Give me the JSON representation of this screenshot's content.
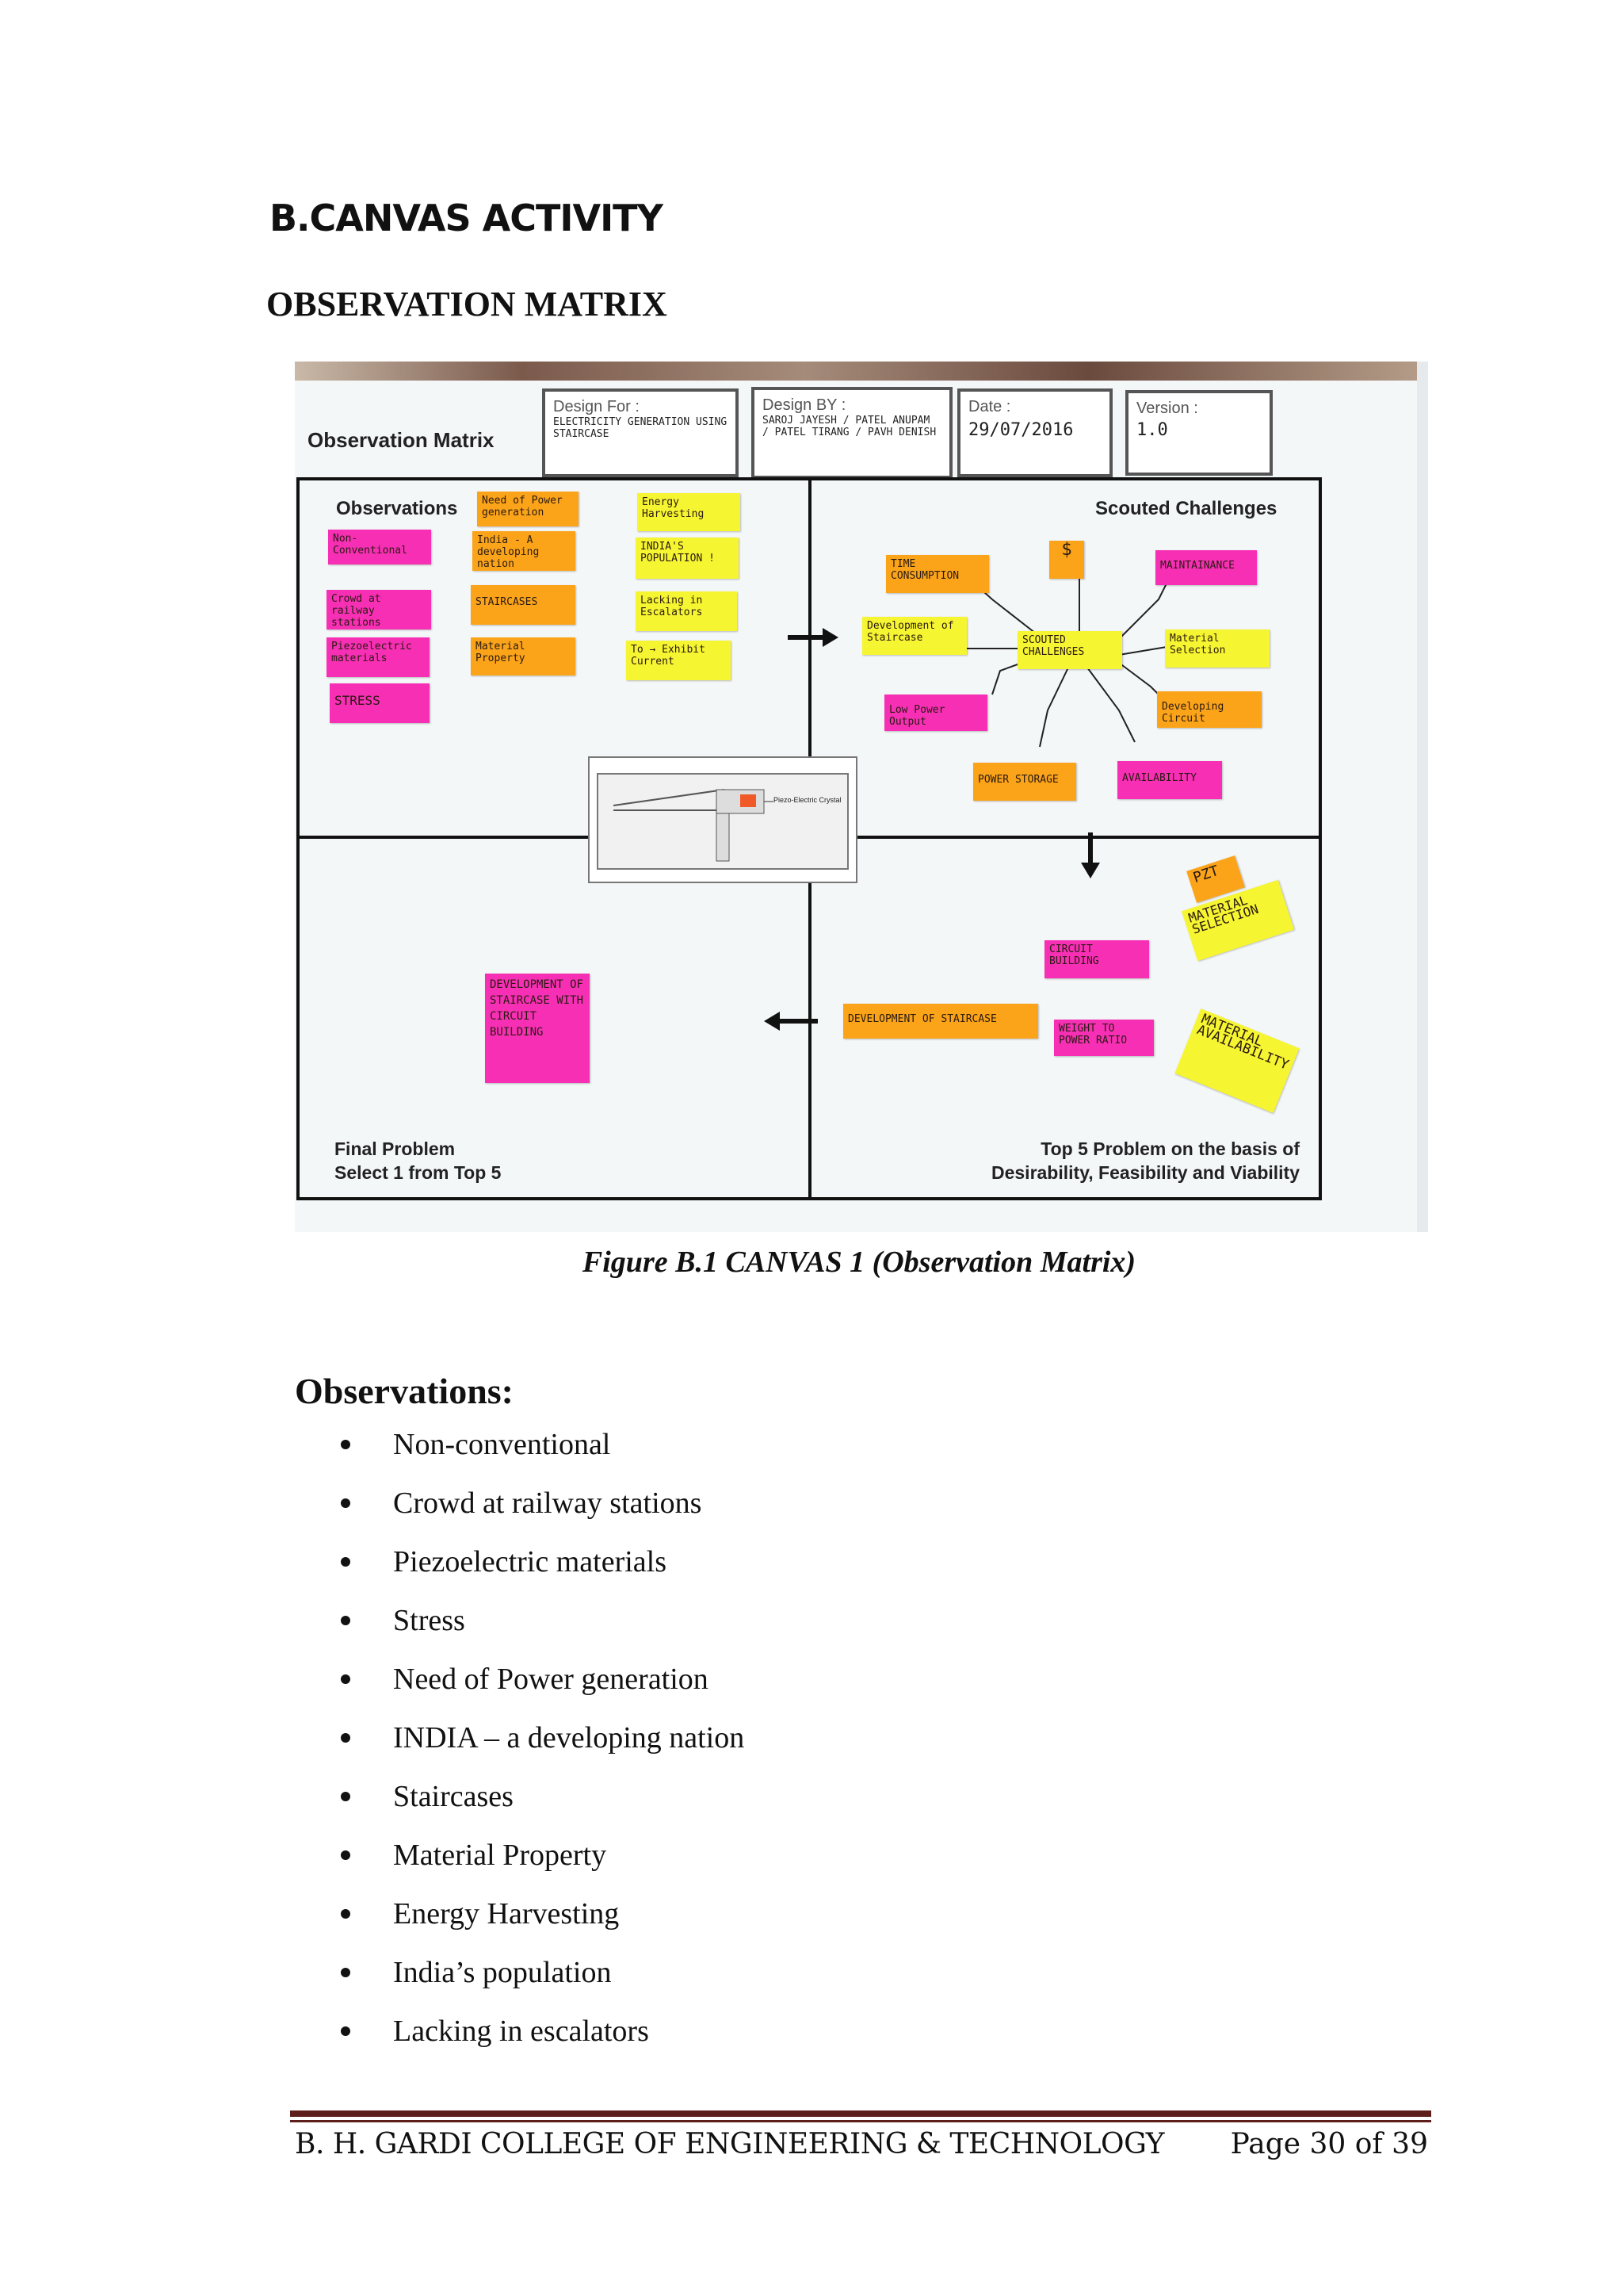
{
  "section_title": "B.CANVAS ACTIVITY",
  "sub_title": "OBSERVATION MATRIX",
  "canvas": {
    "title": "Observation Matrix",
    "design_for_label": "Design For :",
    "design_for_value": "ELECTRICITY GENERATION USING STAIRCASE",
    "design_by_label": "Design BY :",
    "design_by_value": "SAROJ JAYESH / PATEL ANUPAM / PATEL TIRANG / PAVH DENISH",
    "date_label": "Date :",
    "date_value": "29/07/2016",
    "version_label": "Version :",
    "version_value": "1.0",
    "observations_label": "Observations",
    "scouted_label": "Scouted Challenges",
    "final_problem_label": "Final Problem",
    "final_problem_sub": "Select 1 from Top 5",
    "top5_label": "Top 5 Problem on the basis of",
    "top5_sub": "Desirability, Feasibility and Viability",
    "diagram_label": "Piezo-Electric Crystal",
    "observation_notes": [
      {
        "text": "Non-Conventional",
        "color": "pink"
      },
      {
        "text": "Crowd at railway stations",
        "color": "pink"
      },
      {
        "text": "Piezoelectric materials",
        "color": "pink"
      },
      {
        "text": "STRESS",
        "color": "pink"
      },
      {
        "text": "Need of Power generation",
        "color": "orange"
      },
      {
        "text": "India - A developing nation",
        "color": "orange"
      },
      {
        "text": "STAIRCASES",
        "color": "orange"
      },
      {
        "text": "Material Property",
        "color": "orange"
      },
      {
        "text": "Energy Harvesting",
        "color": "yellow"
      },
      {
        "text": "INDIA'S POPULATION !",
        "color": "yellow"
      },
      {
        "text": "Lacking in Escalators",
        "color": "yellow"
      },
      {
        "text": "To → Exhibit Current",
        "color": "yellow"
      }
    ],
    "challenge_notes": [
      {
        "text": "TIME CONSUMPTION",
        "color": "orange"
      },
      {
        "text": "$",
        "color": "orange"
      },
      {
        "text": "MAINTAINANCE",
        "color": "pink"
      },
      {
        "text": "Development of Staircase",
        "color": "yellow"
      },
      {
        "text": "SCOUTED CHALLENGES",
        "color": "yellow"
      },
      {
        "text": "Material Selection",
        "color": "yellow"
      },
      {
        "text": "Low Power Output",
        "color": "pink"
      },
      {
        "text": "Developing Circuit",
        "color": "orange"
      },
      {
        "text": "POWER STORAGE",
        "color": "orange"
      },
      {
        "text": "AVAILABILITY",
        "color": "pink"
      }
    ],
    "top5_notes": [
      {
        "text": "PZT",
        "color": "orange"
      },
      {
        "text": "MATERIAL SELECTION",
        "color": "yellow"
      },
      {
        "text": "CIRCUIT BUILDING",
        "color": "pink"
      },
      {
        "text": "DEVELOPMENT OF STAIRCASE",
        "color": "orange"
      },
      {
        "text": "WEIGHT TO POWER RATIO",
        "color": "pink"
      },
      {
        "text": "MATERIAL AVAILABILITY",
        "color": "yellow"
      }
    ],
    "final_note": {
      "text": "DEVELOPMENT OF STAIRCASE WITH CIRCUIT BUILDING",
      "color": "pink"
    }
  },
  "caption": "Figure B.1 CANVAS 1 (Observation Matrix)",
  "observations_heading": "Observations:",
  "observations": [
    "Non-conventional",
    "Crowd at railway stations",
    "Piezoelectric materials",
    "Stress",
    "Need of Power generation",
    "INDIA – a developing nation",
    "Staircases",
    "Material Property",
    "Energy Harvesting",
    "India’s population",
    "Lacking in escalators"
  ],
  "footer": {
    "college": "B. H. GARDI COLLEGE OF ENGINEERING & TECHNOLOGY",
    "page": "Page 30 of 39"
  },
  "colors": {
    "pink": "#f72fb4",
    "orange": "#fba41a",
    "yellow": "#f6f531",
    "footer_rule": "#5e1f1a"
  }
}
